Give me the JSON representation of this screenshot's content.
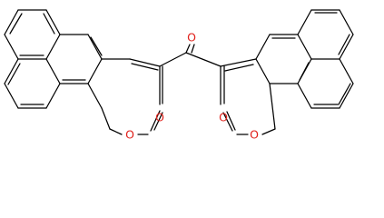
{
  "molecule": {
    "atoms": [
      {
        "symbol": "O",
        "color": "#e0201a"
      },
      {
        "symbol": "O",
        "color": "#e0201a"
      },
      {
        "symbol": "O",
        "color": "#e0201a"
      },
      {
        "symbol": "O",
        "color": "#e0201a"
      },
      {
        "symbol": "O",
        "color": "#e0201a"
      }
    ],
    "bond_color": "#000000"
  }
}
